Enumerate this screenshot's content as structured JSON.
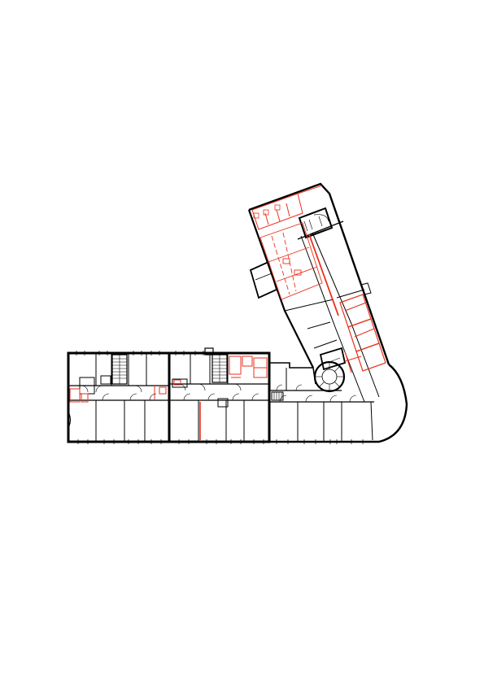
{
  "drawing": {
    "kind": "architectural floor plan",
    "colors": {
      "background": "#ffffff",
      "wall": "#000000",
      "existing_line": "#1a1a1a",
      "proposed": "#e8321e"
    },
    "wings": [
      "west-wing",
      "middle-wing",
      "corner-wing",
      "north-east-wing"
    ],
    "stairs": [
      "west-stair",
      "middle-stair",
      "spiral-stair",
      "north-stair"
    ]
  }
}
